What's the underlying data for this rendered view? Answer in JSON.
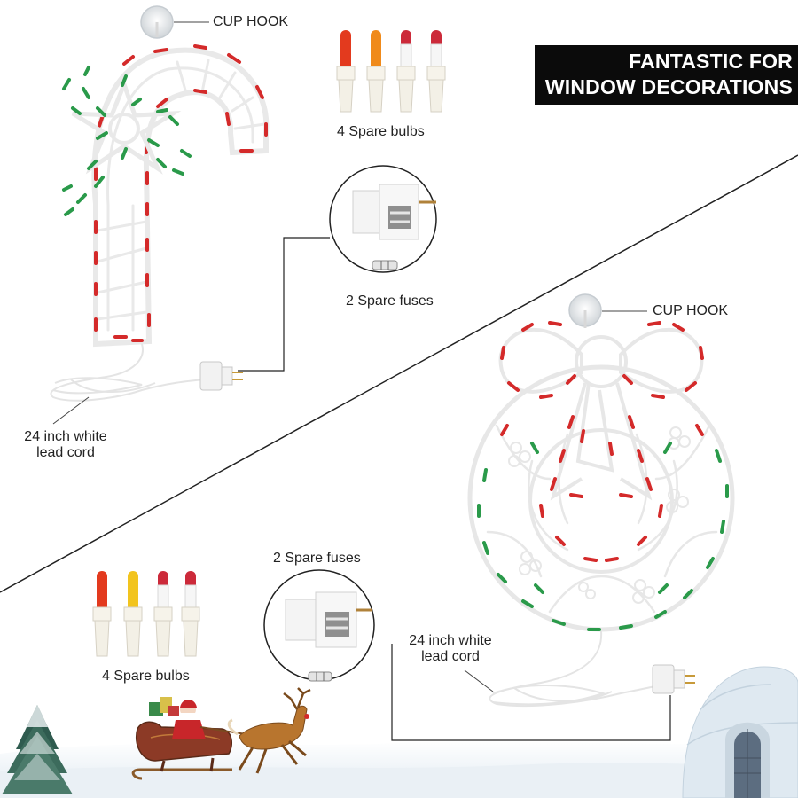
{
  "banner": {
    "line1": "FANTASTIC FOR",
    "line2": "WINDOW DECORATIONS"
  },
  "candy_cane": {
    "cup_hook": "CUP HOOK",
    "spare_bulbs": "4 Spare bulbs",
    "spare_fuses": "2 Spare fuses",
    "lead_cord": [
      "24 inch white",
      "lead cord"
    ]
  },
  "wreath": {
    "cup_hook": "CUP HOOK",
    "spare_bulbs": "4 Spare bulbs",
    "spare_fuses": "2 Spare fuses",
    "lead_cord": [
      "24 inch white",
      "lead cord"
    ]
  },
  "colors": {
    "bulb_red": "#d42a2a",
    "bulb_orange": "#f08a1a",
    "bulb_yellow": "#f2c41e",
    "bulb_green": "#2a9a4a",
    "wire_white": "#ececec",
    "banner_bg": "#0b0b0b",
    "snow": "#eef3f7"
  }
}
